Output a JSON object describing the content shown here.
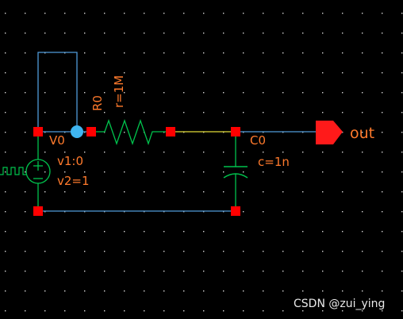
{
  "schematic": {
    "colors": {
      "background": "#000000",
      "grid_dot": "#d8d8d8",
      "wire": "#4f9bd9",
      "wire_highlight": "#e2dc38",
      "pin": "#ff0000",
      "device": "#00c34d",
      "label": "#ff7a2c",
      "junction": "#3fb5f0"
    },
    "resistor": {
      "instance": "R0",
      "param": "r=1M"
    },
    "source": {
      "instance": "V0",
      "param1": "v1:0",
      "param2": "v2=1"
    },
    "capacitor": {
      "instance": "C0",
      "param": "c=1n"
    },
    "pin": {
      "label": "out",
      "icon": "output-pin-icon"
    }
  },
  "watermark": "CSDN @zui_ying"
}
